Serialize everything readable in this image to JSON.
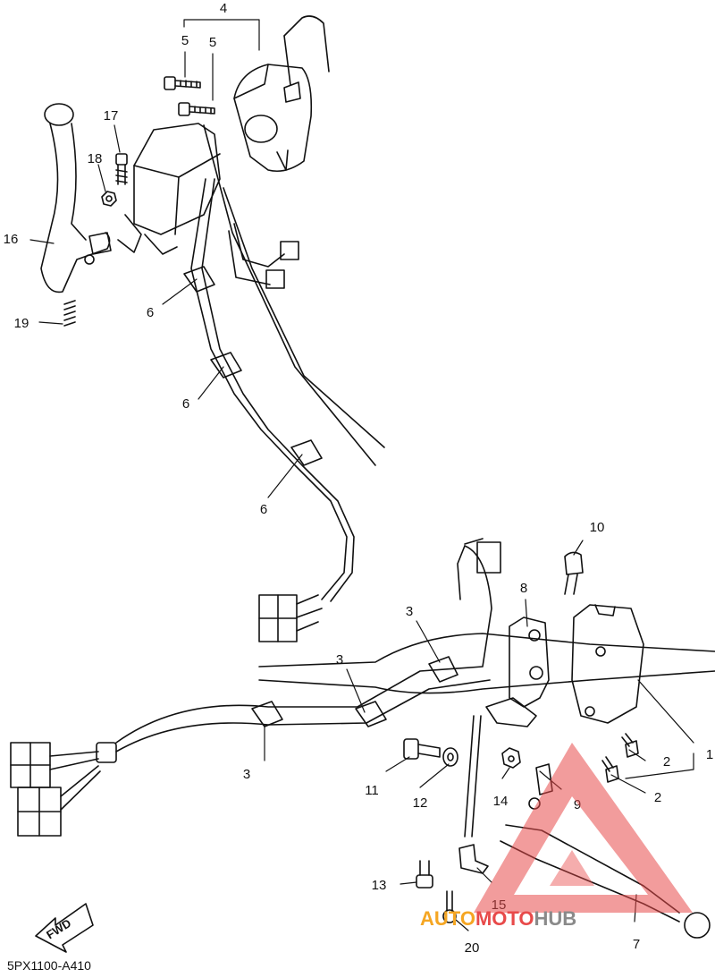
{
  "diagram": {
    "reference_code": "5PX1100-A410",
    "fwd_label": "FWD",
    "callouts": [
      {
        "id": "c1",
        "label": "1"
      },
      {
        "id": "c2a",
        "label": "2"
      },
      {
        "id": "c2b",
        "label": "2"
      },
      {
        "id": "c3a",
        "label": "3"
      },
      {
        "id": "c3b",
        "label": "3"
      },
      {
        "id": "c3c",
        "label": "3"
      },
      {
        "id": "c4",
        "label": "4"
      },
      {
        "id": "c5a",
        "label": "5"
      },
      {
        "id": "c5b",
        "label": "5"
      },
      {
        "id": "c6a",
        "label": "6"
      },
      {
        "id": "c6b",
        "label": "6"
      },
      {
        "id": "c6c",
        "label": "6"
      },
      {
        "id": "c7",
        "label": "7"
      },
      {
        "id": "c8",
        "label": "8"
      },
      {
        "id": "c9",
        "label": "9"
      },
      {
        "id": "c10",
        "label": "10"
      },
      {
        "id": "c11",
        "label": "11"
      },
      {
        "id": "c12",
        "label": "12"
      },
      {
        "id": "c13",
        "label": "13"
      },
      {
        "id": "c14",
        "label": "14"
      },
      {
        "id": "c15",
        "label": "15"
      },
      {
        "id": "c16",
        "label": "16"
      },
      {
        "id": "c17",
        "label": "17"
      },
      {
        "id": "c18",
        "label": "18"
      },
      {
        "id": "c19",
        "label": "19"
      },
      {
        "id": "c20",
        "label": "20"
      }
    ]
  },
  "watermark": {
    "part1": "AUTO",
    "part2": "MOTO",
    "part3": "HUB",
    "color_orange": "#f5a623",
    "color_red": "#e84a4a",
    "color_gray": "#8a8a8a"
  }
}
